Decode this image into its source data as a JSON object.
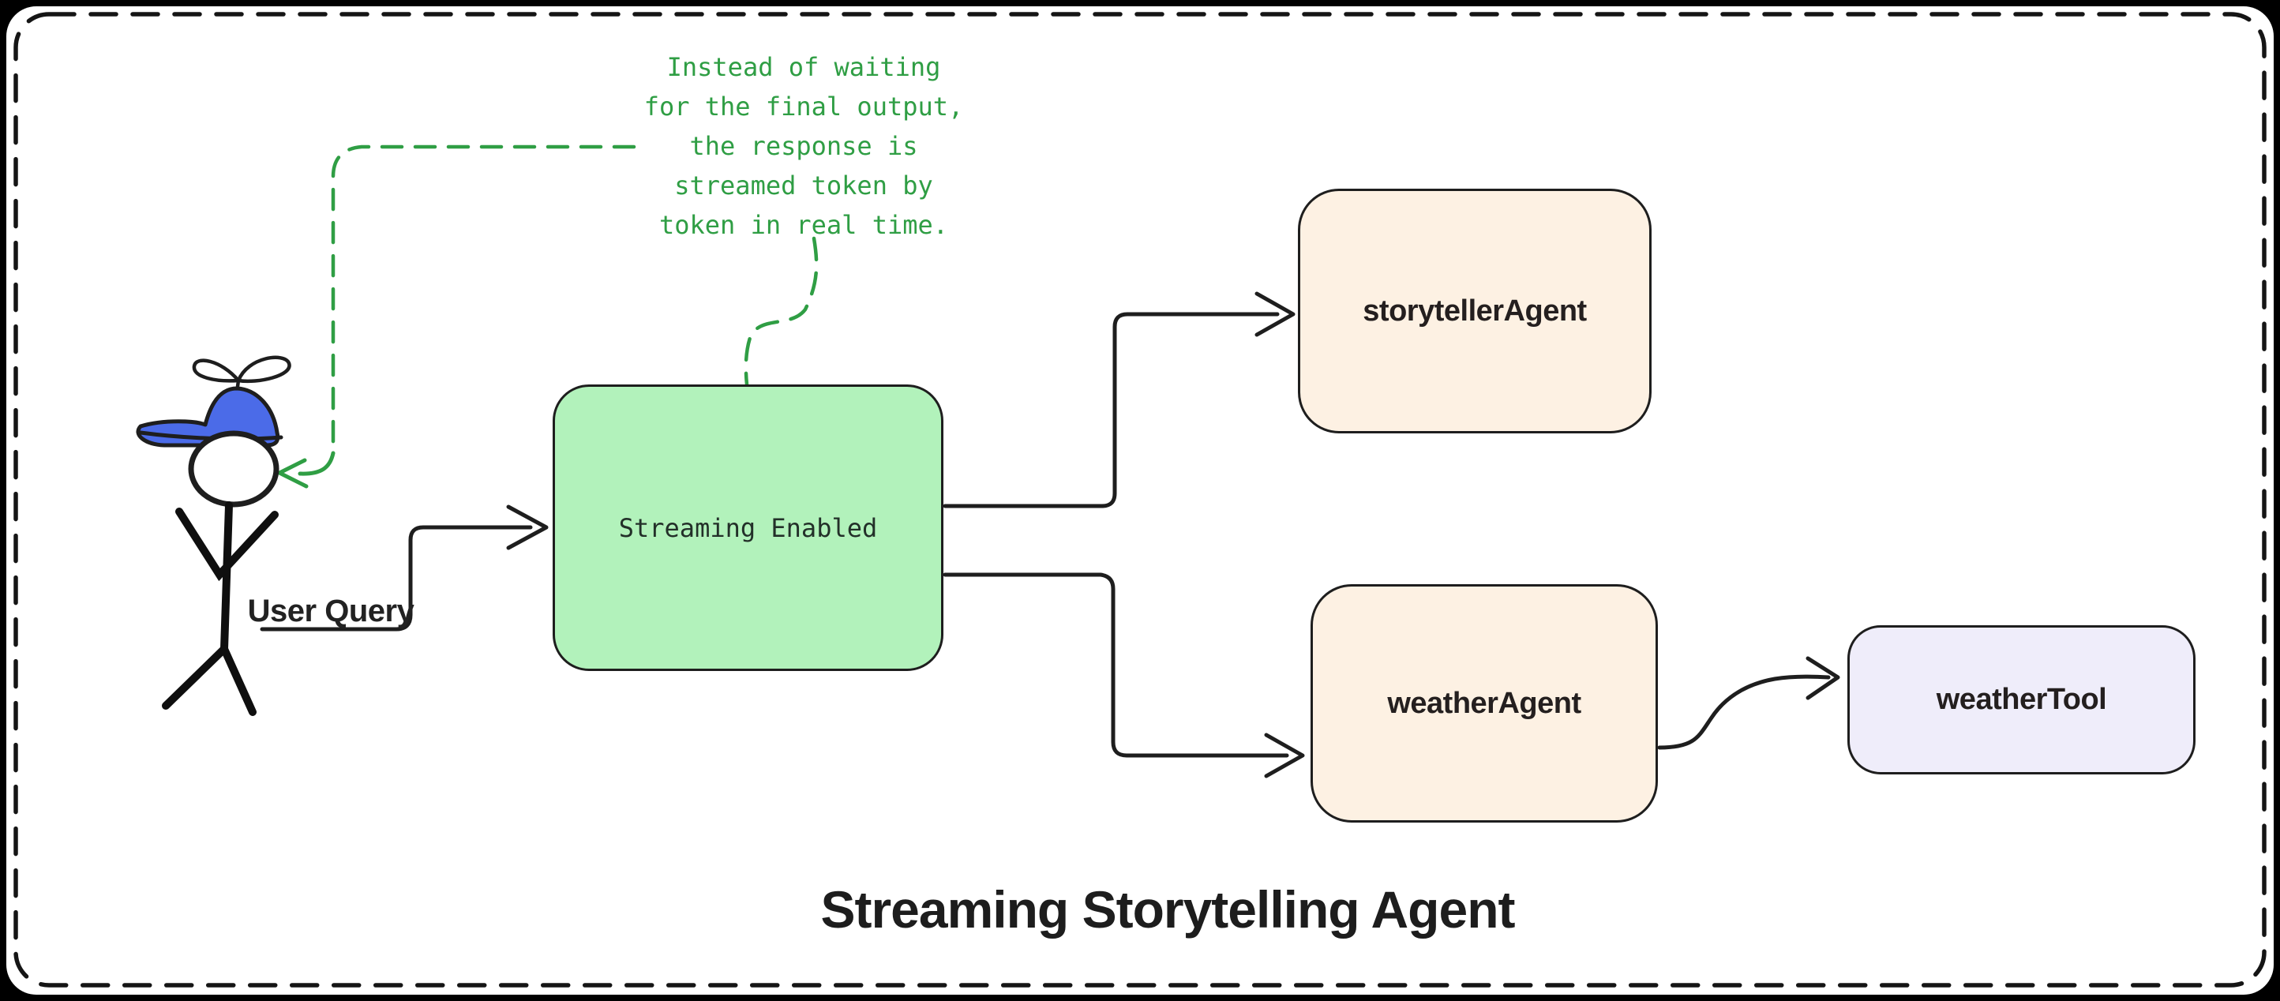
{
  "title": "Streaming Storytelling Agent",
  "annotation": {
    "text": "Instead of waiting\nfor the final output,\nthe response is\nstreamed token by\ntoken in real time.",
    "color": "#2f9e44"
  },
  "actor": {
    "query_label": "User Query",
    "cap_color": "#4b6be8"
  },
  "nodes": {
    "streaming": {
      "label": "Streaming Enabled",
      "fill": "#b2f2bb"
    },
    "storyteller_agent": {
      "label": "storytellerAgent",
      "fill": "#fdf1e3"
    },
    "weather_agent": {
      "label": "weatherAgent",
      "fill": "#fdf1e3"
    },
    "weather_tool": {
      "label": "weatherTool",
      "fill": "#efedfa"
    }
  },
  "colors": {
    "frame": "#000000",
    "canvas": "#ffffff",
    "stroke": "#1e1e1e",
    "green_accent": "#2f9e44"
  }
}
